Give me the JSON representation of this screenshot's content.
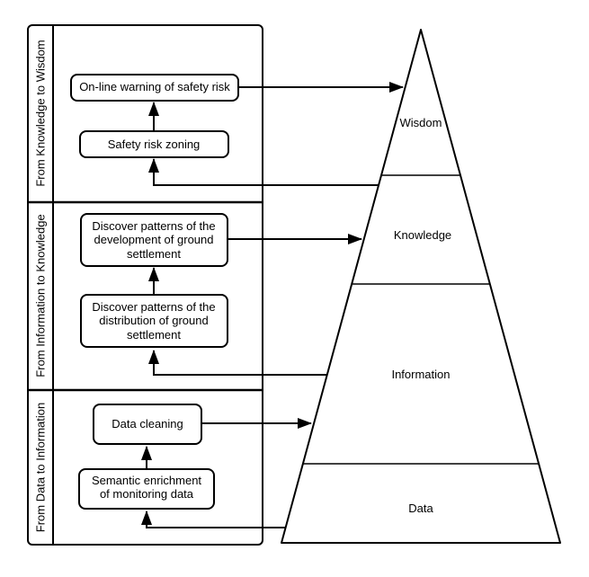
{
  "colors": {
    "stroke": "#000000",
    "background": "#ffffff",
    "box_fill": "#ffffff"
  },
  "left_panel": {
    "sections": [
      {
        "label": "From Knowledge to Wisdom",
        "boxes": [
          {
            "name": "online-warning-of-safety-risk",
            "lines": [
              "On-line warning of safety risk"
            ]
          },
          {
            "name": "safety-risk-zoning",
            "lines": [
              "Safety risk zoning"
            ]
          }
        ]
      },
      {
        "label": "From Information to Knowledge",
        "boxes": [
          {
            "name": "discover-development-patterns",
            "lines": [
              "Discover patterns of the",
              "development of ground",
              "settlement"
            ]
          },
          {
            "name": "discover-distribution-patterns",
            "lines": [
              "Discover patterns of the",
              "distribution of ground",
              "settlement"
            ]
          }
        ]
      },
      {
        "label": "From Data to Information",
        "boxes": [
          {
            "name": "data-cleaning",
            "lines": [
              "Data cleaning"
            ]
          },
          {
            "name": "semantic-enrichment",
            "lines": [
              "Semantic enrichment",
              "of monitoring data"
            ]
          }
        ]
      }
    ]
  },
  "pyramid": {
    "levels": [
      {
        "label": "Wisdom"
      },
      {
        "label": "Knowledge"
      },
      {
        "label": "Information"
      },
      {
        "label": "Data"
      }
    ]
  }
}
